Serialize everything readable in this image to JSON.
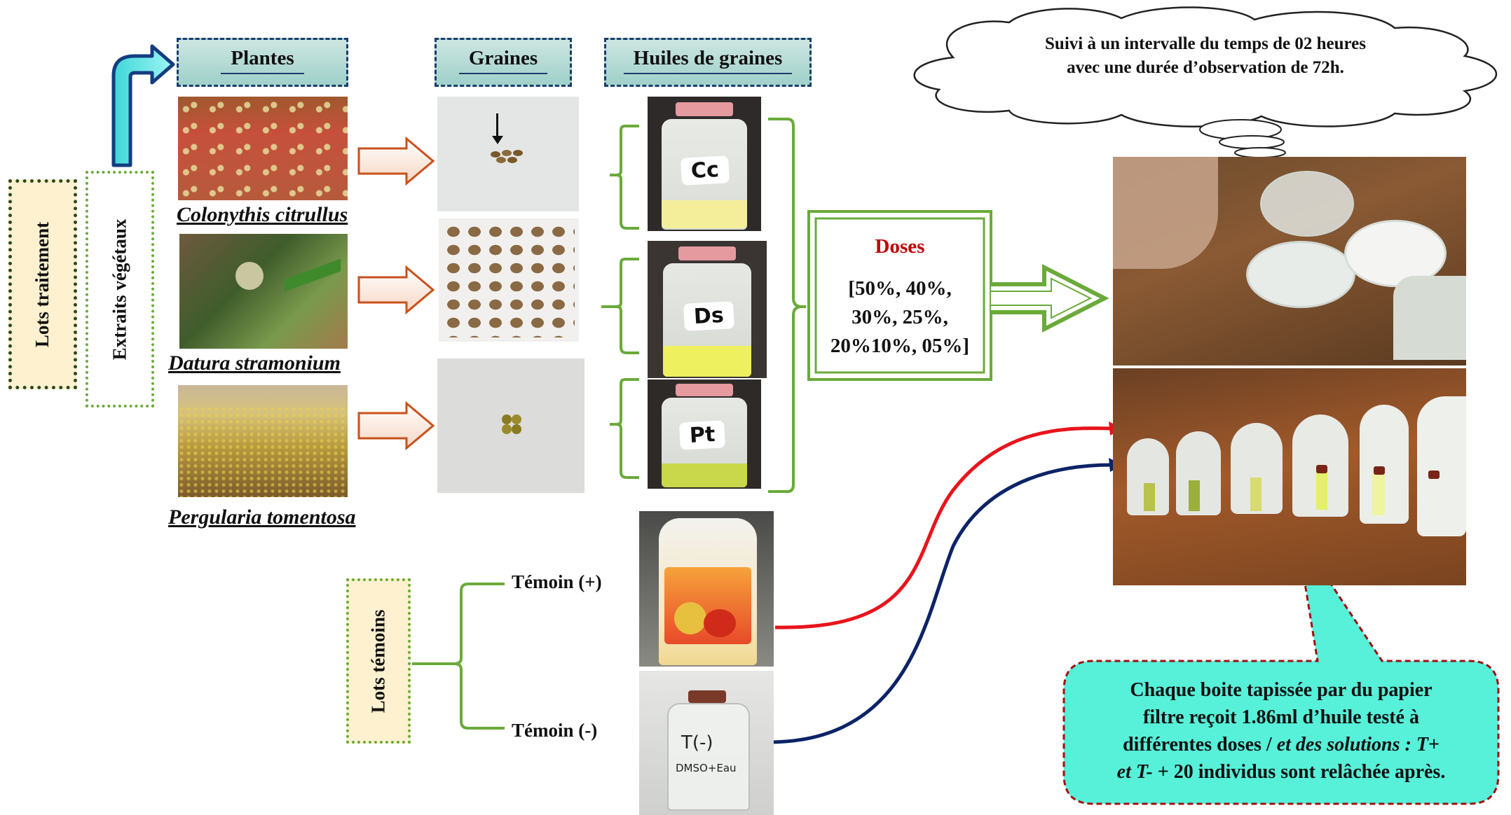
{
  "headers": {
    "plantes": "Plantes",
    "graines": "Graines",
    "huiles": "Huiles de graines"
  },
  "left_labels": {
    "lots_traitement": "Lots traitement",
    "extraits": "Extraits végétaux",
    "lots_temoins": "Lots témoins"
  },
  "plants": [
    {
      "name": "Colonythis citrullus"
    },
    {
      "name": "Datura stramonium"
    },
    {
      "name": "Pergularia tomentosa"
    }
  ],
  "jar_labels": [
    "Cc",
    "Ds",
    "Pt"
  ],
  "doses": {
    "title": "Doses",
    "line1": "[50%, 40%,",
    "line2": "30%, 25%,",
    "line3": "20%10%, 05%]"
  },
  "cloud": {
    "line1": "Suivi à un intervalle du temps de 02 heures",
    "line2": "avec une durée d’observation de 72h."
  },
  "controls": {
    "plus": "Témoin (+)",
    "minus": "Témoin (-)",
    "minus_bottle_text": "T(-)",
    "minus_bottle_sub": "DMSO+Eau"
  },
  "callout": {
    "line1": "Chaque boite tapissée par du papier",
    "line2": "filtre reçoit 1.86ml d’huile testé à",
    "line3_a": "différentes doses / ",
    "line3_b": "et des solutions : T+",
    "line4_a": "et T-",
    "line4_b": " + 20 individus sont relâchée après."
  },
  "colors": {
    "green": "#6aaa3a",
    "cyan": "#5ff2dd",
    "red": "#e8141c",
    "navy": "#0c2466",
    "doses_red": "#c00000"
  }
}
